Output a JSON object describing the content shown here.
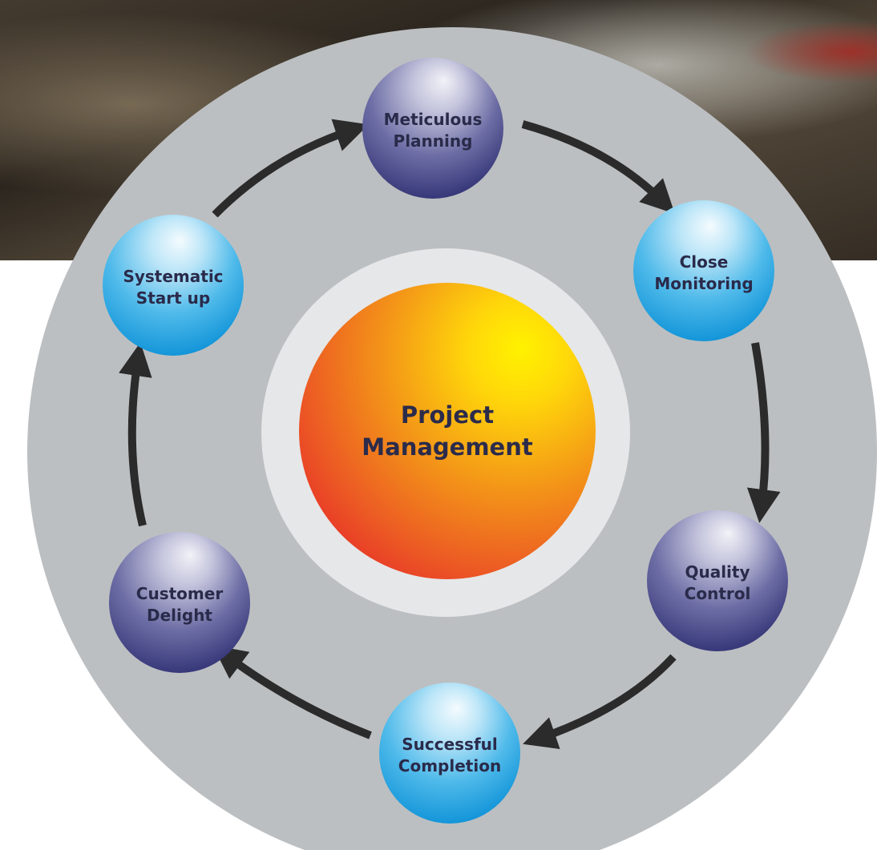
{
  "center": {
    "line1": "Project",
    "line2": "Management"
  },
  "nodes": [
    {
      "id": "meticulous-planning",
      "line1": "Meticulous",
      "line2": "Planning",
      "style": "purple"
    },
    {
      "id": "close-monitoring",
      "line1": "Close",
      "line2": "Monitoring",
      "style": "blue"
    },
    {
      "id": "quality-control",
      "line1": "Quality",
      "line2": "Control",
      "style": "purple"
    },
    {
      "id": "successful-completion",
      "line1": "Successful",
      "line2": "Completion",
      "style": "blue"
    },
    {
      "id": "customer-delight",
      "line1": "Customer",
      "line2": "Delight",
      "style": "purple"
    },
    {
      "id": "systematic-start-up",
      "line1": "Systematic",
      "line2": "Start up",
      "style": "blue"
    }
  ],
  "edges": [
    {
      "from": "meticulous-planning",
      "to": "close-monitoring"
    },
    {
      "from": "close-monitoring",
      "to": "quality-control"
    },
    {
      "from": "quality-control",
      "to": "successful-completion"
    },
    {
      "from": "successful-completion",
      "to": "customer-delight"
    },
    {
      "from": "customer-delight",
      "to": "systematic-start-up"
    },
    {
      "from": "systematic-start-up",
      "to": "meticulous-planning"
    }
  ],
  "colors": {
    "ring": "#bcbfc1",
    "inner_ring": "#e6e7e8",
    "arrow": "#2b2b2b",
    "photo_dark": "#3a3128",
    "photo_mid": "#6b5a45"
  },
  "background_photo": {
    "description_icon": "photo-backdrop"
  }
}
